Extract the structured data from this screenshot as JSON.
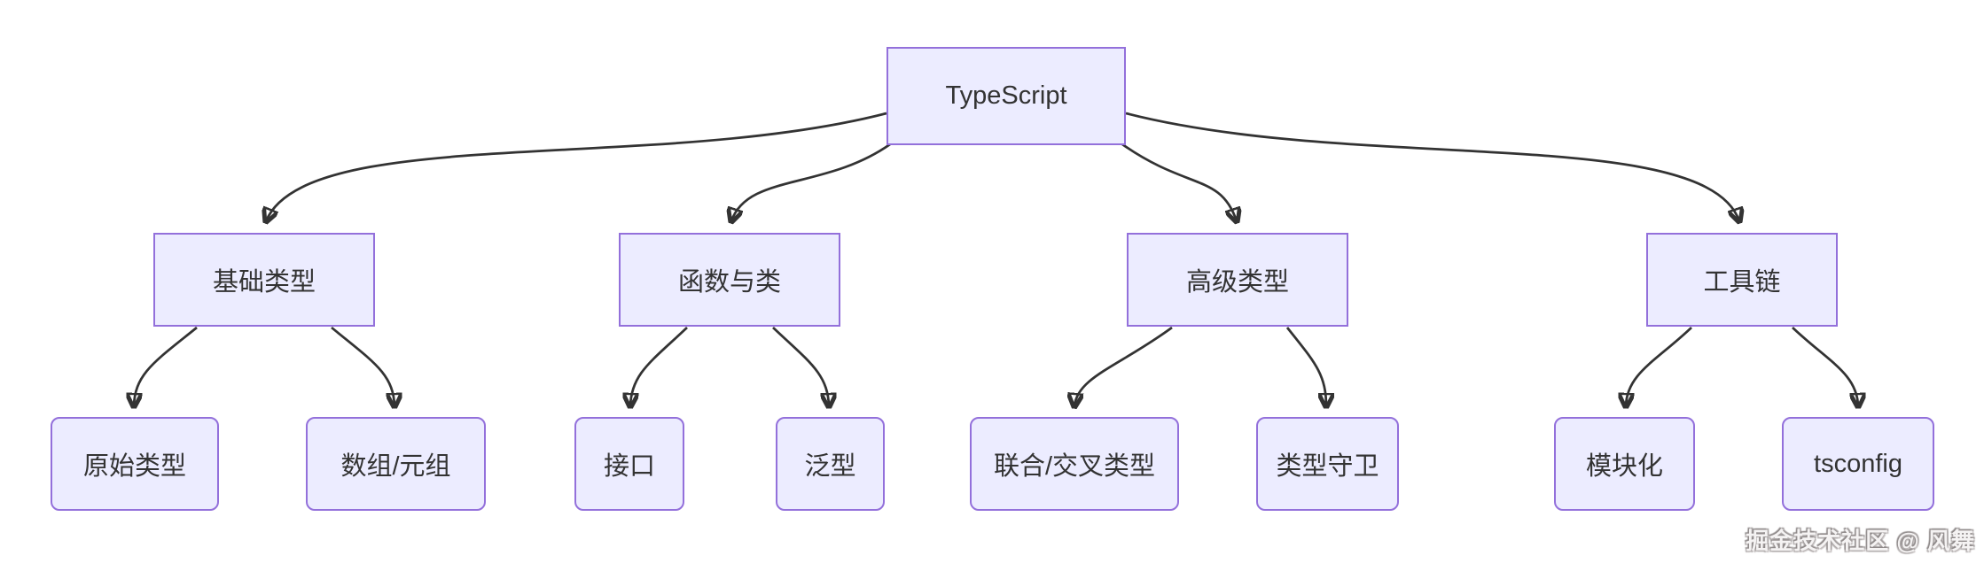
{
  "diagram_type": "flowchart-top-down",
  "colors": {
    "background": "#ffffff",
    "node_fill": "#ECECFF",
    "node_border": "#9370DB",
    "node_text": "#333333",
    "edge_stroke": "#333333"
  },
  "nodes": {
    "root": {
      "label": "TypeScript"
    },
    "basics": {
      "label": "基础类型"
    },
    "functions": {
      "label": "函数与类"
    },
    "advanced": {
      "label": "高级类型"
    },
    "toolchain": {
      "label": "工具链"
    },
    "primitives": {
      "label": "原始类型"
    },
    "arrays": {
      "label": "数组/元组"
    },
    "interfaces": {
      "label": "接口"
    },
    "generics": {
      "label": "泛型"
    },
    "union": {
      "label": "联合/交叉类型"
    },
    "guards": {
      "label": "类型守卫"
    },
    "modules": {
      "label": "模块化"
    },
    "tsconfig": {
      "label": "tsconfig"
    }
  },
  "edges": [
    {
      "from": "root",
      "to": "basics"
    },
    {
      "from": "root",
      "to": "functions"
    },
    {
      "from": "root",
      "to": "advanced"
    },
    {
      "from": "root",
      "to": "toolchain"
    },
    {
      "from": "basics",
      "to": "primitives"
    },
    {
      "from": "basics",
      "to": "arrays"
    },
    {
      "from": "functions",
      "to": "interfaces"
    },
    {
      "from": "functions",
      "to": "generics"
    },
    {
      "from": "advanced",
      "to": "union"
    },
    {
      "from": "advanced",
      "to": "guards"
    },
    {
      "from": "toolchain",
      "to": "modules"
    },
    {
      "from": "toolchain",
      "to": "tsconfig"
    }
  ],
  "watermark": {
    "text": "掘金技术社区 @ 风舞"
  }
}
